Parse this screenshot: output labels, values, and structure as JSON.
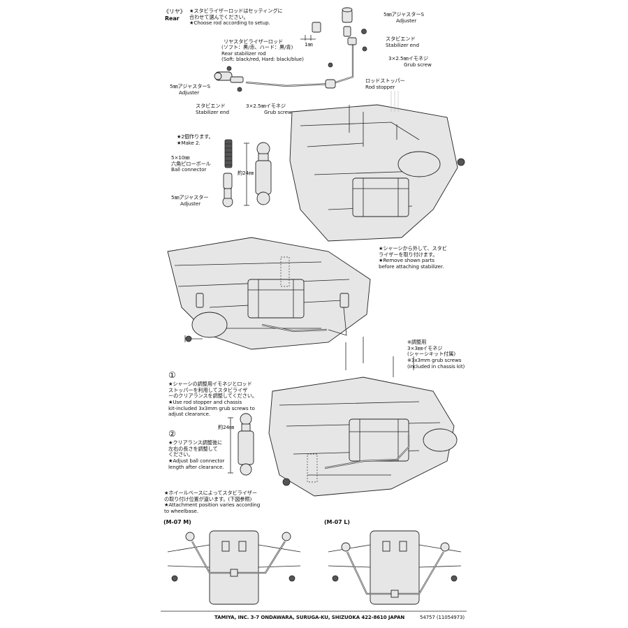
{
  "rear_section": {
    "title_jp": "《リヤ》",
    "title_en": "Rear",
    "note_jp": "★スタビライザーロッドはセッティングに\n合わせて選んでください。",
    "note_en": "★Choose rod according to setup."
  },
  "parts": {
    "adjuster_top_jp": "5㎜アジャスターS",
    "adjuster_top_en": "Adjuster",
    "dim_1mm": "1㎜",
    "stab_end_top_jp": "スタビエンド",
    "stab_end_top_en": "Stabilizer end",
    "grub_top_jp": "3×2.5㎜イモネジ",
    "grub_top_en": "Grub screw",
    "rod_jp": "リヤスタビライザーロッド",
    "rod_jp2": "(ソフト：黒/赤、ハード：黒/青)",
    "rod_en": "Rear stabilizer rod",
    "rod_en2": "(Soft: black/red, Hard: black/blue)",
    "rod_stopper_jp": "ロッドストッパー",
    "rod_stopper_en": "Rod stopper",
    "adjuster_left_jp": "5㎜アジャスターS",
    "adjuster_left_en": "Adjuster",
    "stab_end_left_jp": "スタビエンド",
    "stab_end_left_en": "Stabilizer end",
    "grub_left_jp": "3×2.5㎜イモネジ",
    "grub_left_en": "Grub screw"
  },
  "ball_connector": {
    "make2_jp": "★2個作ります。",
    "make2_en": "★Make 2.",
    "ball_jp": "5×10㎜\n六角ピローボール",
    "ball_en": "Ball connector",
    "length": "約24㎜",
    "adjuster_jp": "5㎜アジャスター",
    "adjuster_en": "Adjuster"
  },
  "remove_note": {
    "jp": "★シャーシから外して、スタビ\nライザーを取り付けます。",
    "en": "★Remove shown parts\nbefore attaching stabilizer."
  },
  "adjust_note": {
    "jp": "※調整用\n3×3㎜イモネジ\n(シャーシキット付属)",
    "en": "※3x3mm grub screws\n(included in chassis kit)"
  },
  "step1": {
    "num": "①",
    "jp": "★シャーシの調整用イモネジとロッド\nストッパーを利用してスタビライザ\nーのクリアランスを調整してください。",
    "en": "★Use rod stopper and chassis\nkit-included 3x3mm grub screws to\nadjust clearance."
  },
  "step2": {
    "num": "②",
    "jp": "★クリアランス調整後に\n左右の長さを調整して\nください。",
    "en": "★Adjust ball connector\nlength after clearance.",
    "length": "約24㎜"
  },
  "wheelbase_note": {
    "jp": "★ホイールベースによってスタビライザー\nの取り付け位置が違います。(下図参照)",
    "en": "★Attachment position varies according\nto wheelbase."
  },
  "variants": {
    "m": "(M-07 M)",
    "l": "(M-07 L)"
  },
  "footer": {
    "company": "TAMIYA, INC.  3-7 ONDAWARA, SURUGA-KU, SHIZUOKA 422-8610 JAPAN",
    "code": "54757 (11054973)"
  }
}
